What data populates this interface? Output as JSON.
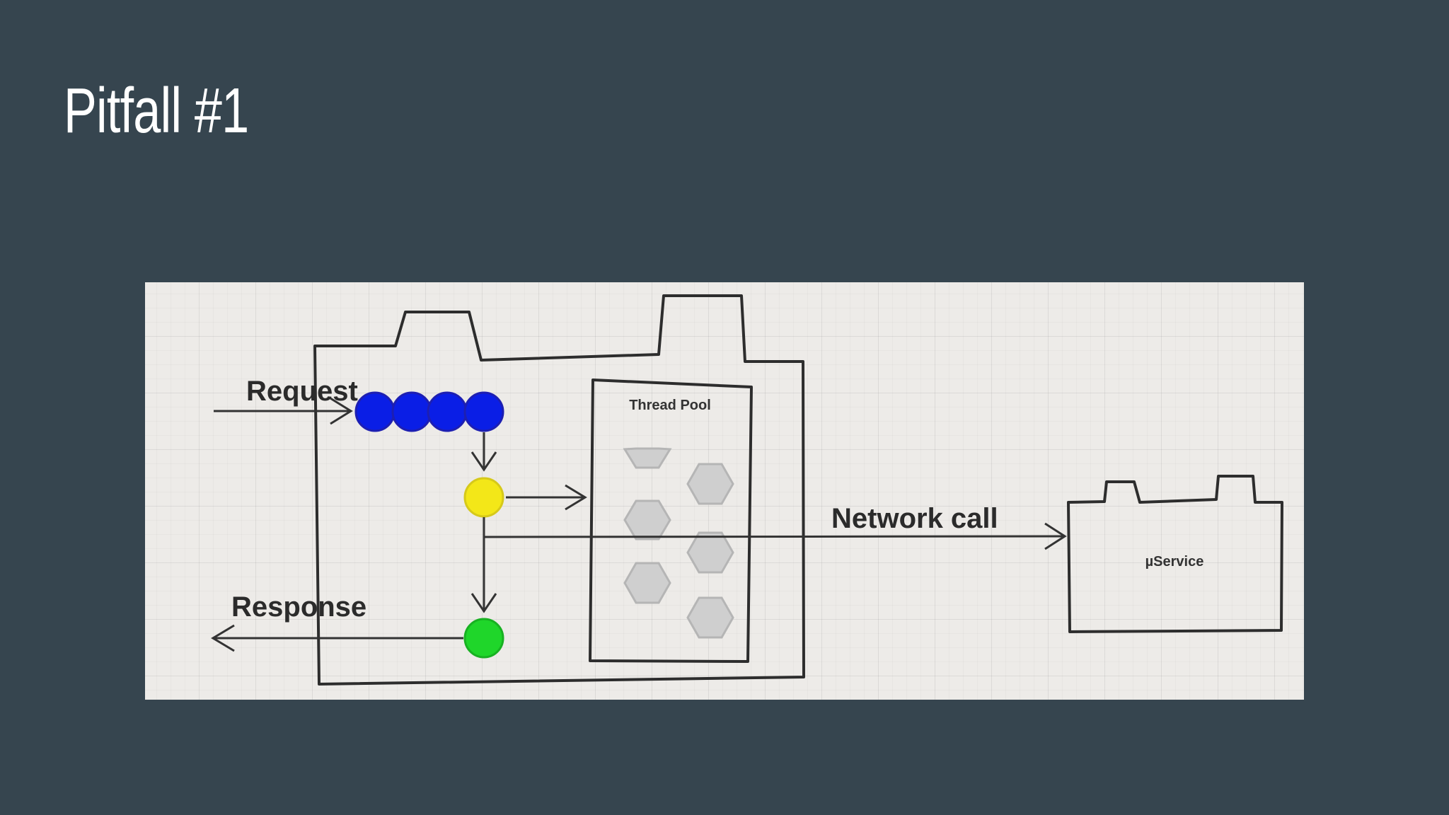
{
  "slide": {
    "title": "Pitfall #1"
  },
  "diagram": {
    "labels": {
      "request": "Request",
      "response": "Response",
      "thread_pool": "Thread Pool",
      "network_call": "Network call",
      "microservice": "µService"
    },
    "colors": {
      "background": "#36454f",
      "queued_request": "#0a1ee6",
      "processing_request": "#f3e718",
      "completed_request": "#1fd62a",
      "thread": "#cfcfcf"
    },
    "queued_request_count": 4,
    "thread_count": 6
  }
}
